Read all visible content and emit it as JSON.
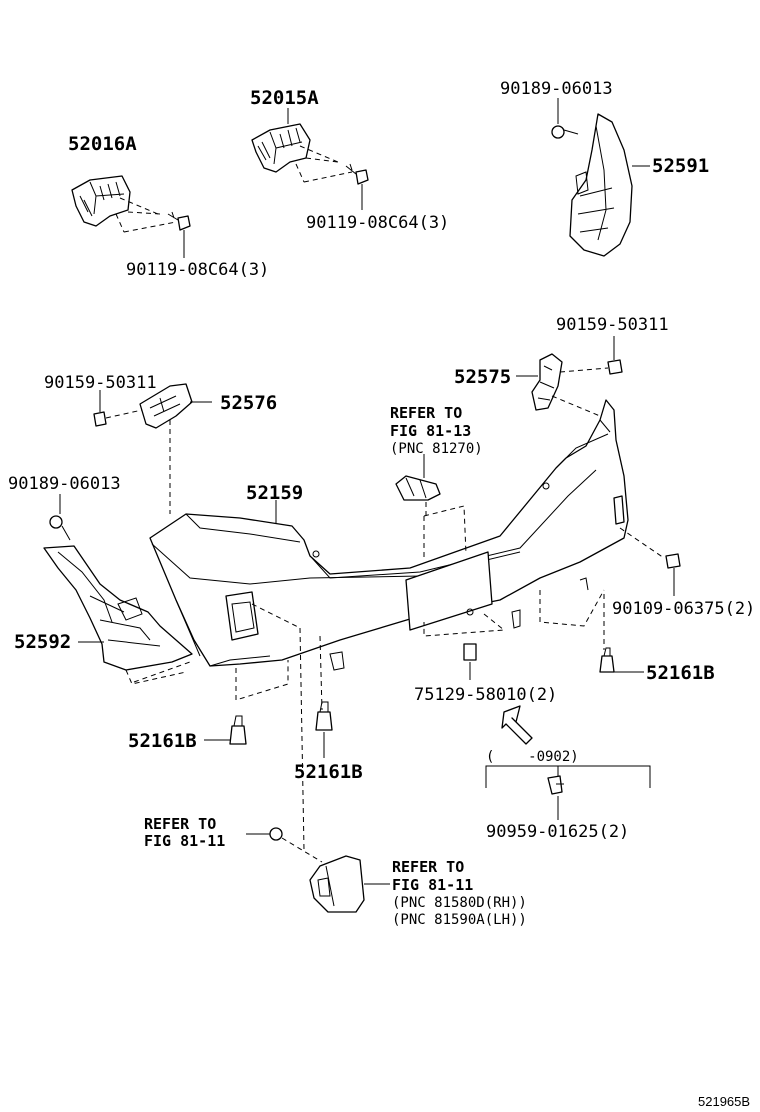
{
  "labels": {
    "p52016A": "52016A",
    "p52015A": "52015A",
    "p90189_06013_top": "90189-06013",
    "p52591": "52591",
    "p90119_a": "90119-08C64(3)",
    "p90119_b": "90119-08C64(3)",
    "p90159_right": "90159-50311",
    "p90159_left": "90159-50311",
    "p52575": "52575",
    "p52576": "52576",
    "p90189_06013_left": "90189-06013",
    "p52159": "52159",
    "p52592": "52592",
    "p90109": "90109-06375(2)",
    "p52161B_right": "52161B",
    "p52161B_left": "52161B",
    "p52161B_center": "52161B",
    "p75129": "75129-58010(2)",
    "p90959": "90959-01625(2)",
    "range": "(    -0902)"
  },
  "refs": {
    "fig8113": [
      "REFER TO",
      "FIG 81-13",
      "(PNC 81270)"
    ],
    "fig8111_left": [
      "REFER TO",
      "FIG 81-11"
    ],
    "fig8111_right": [
      "REFER TO",
      "FIG 81-11",
      "(PNC 81580D(RH))",
      "(PNC 81590A(LH))"
    ]
  },
  "diagram_code": "521965B"
}
